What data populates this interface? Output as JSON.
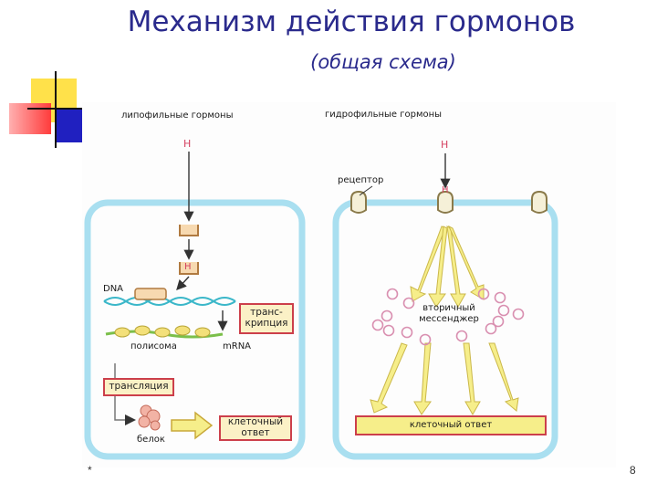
{
  "header": {
    "title": "Механизм действия гормонов",
    "subtitle": "(общая схема)"
  },
  "diagram": {
    "lipophilic_label": "липофильные гормоны",
    "hydrophilic_label": "гидрофильные гормоны",
    "hormone_symbol": "H",
    "receptor_label": "рецептор",
    "dna_label": "DNA",
    "transcription_label_1": "транс-",
    "transcription_label_2": "крипция",
    "polysome_label": "полисома",
    "mrna_label": "mRNA",
    "translation_label": "трансляция",
    "protein_label": "белок",
    "cell_response_left_1": "клеточный",
    "cell_response_left_2": "ответ",
    "second_messenger_1": "вторичный",
    "second_messenger_2": "мессенджер",
    "cell_response_right": "клеточный ответ"
  },
  "footer": {
    "slide_number": "8",
    "left_mark": "*"
  },
  "colors": {
    "title": "#2a2a8c",
    "cell_border": "#a9dff0",
    "arrow_yellow": "#f6ee8a",
    "box_border": "#cc3f4b",
    "box_fill": "#fbf1c6",
    "hormone_red": "#d44060",
    "deco_yellow": "#ffe14a",
    "deco_red": "#ff3b3b",
    "deco_blue": "#2020c0"
  }
}
